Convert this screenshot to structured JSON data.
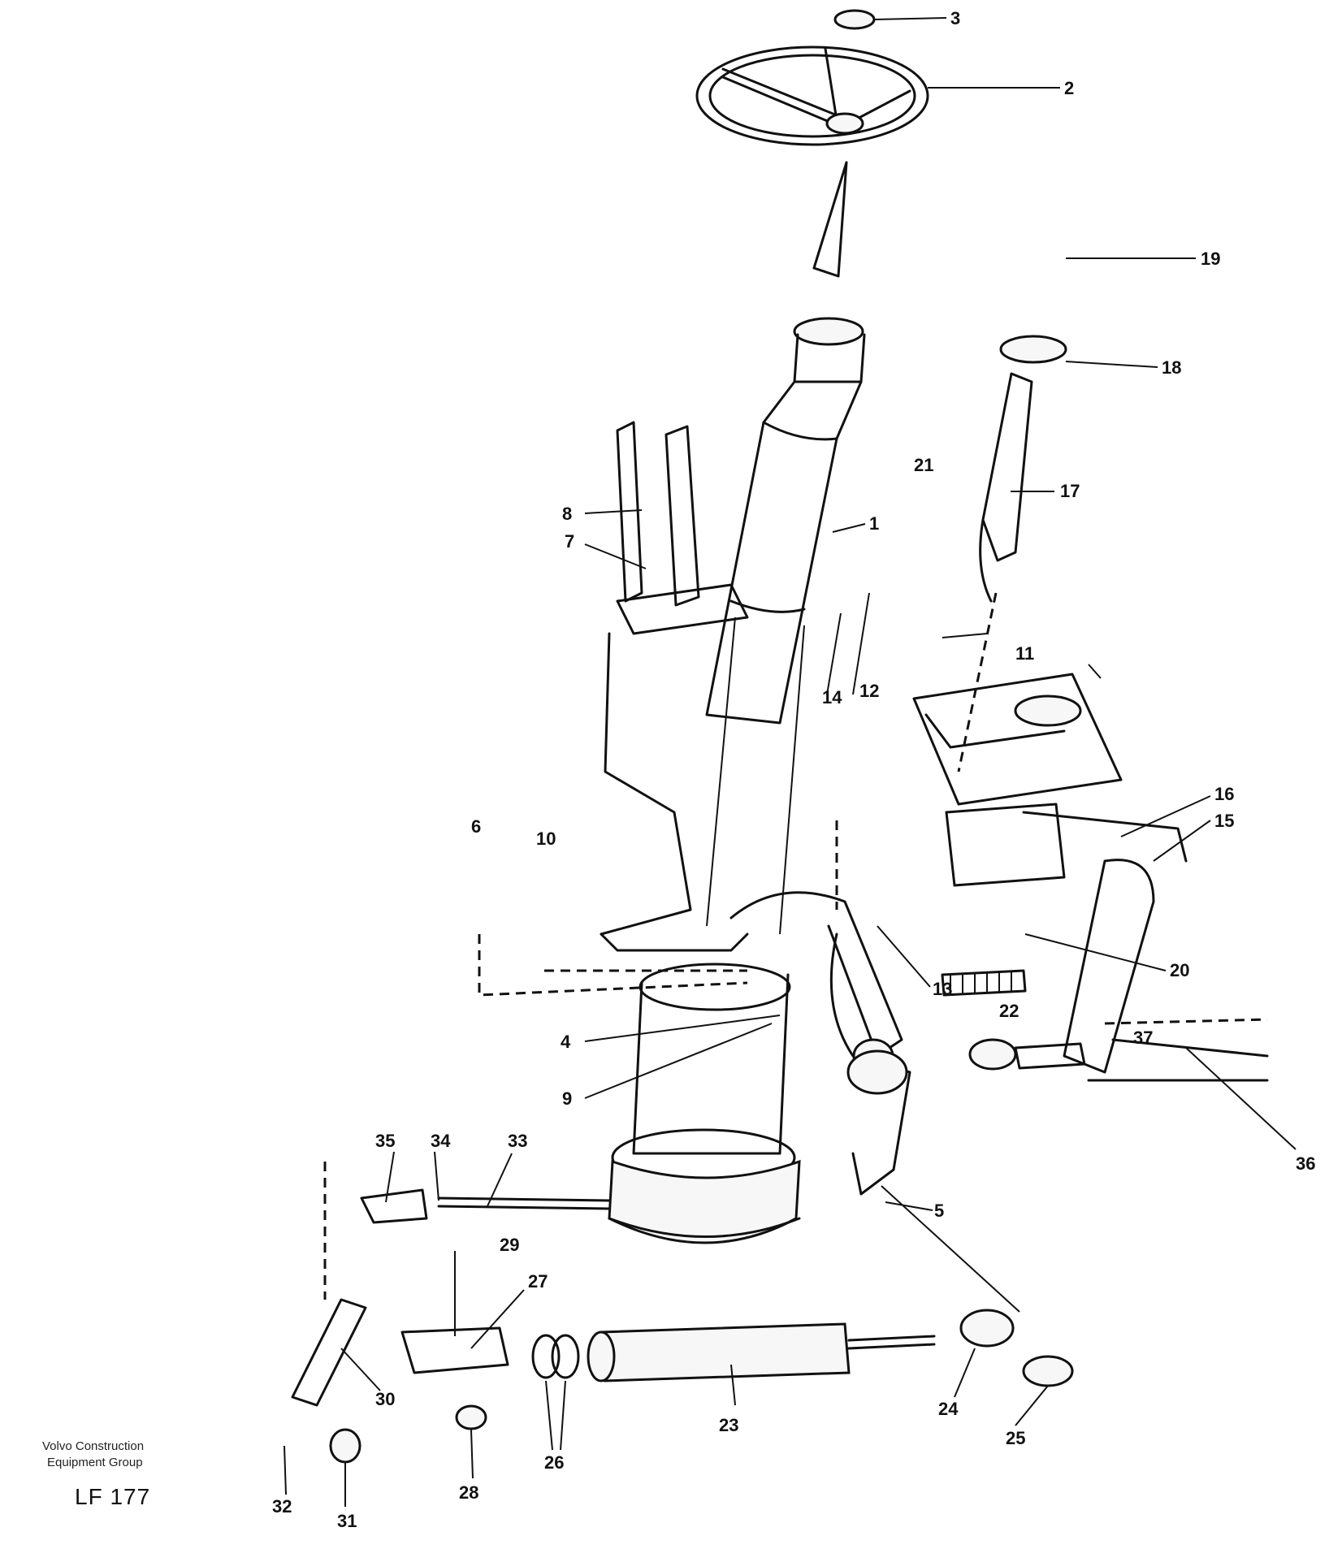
{
  "diagram": {
    "callouts": [
      "1",
      "2",
      "3",
      "4",
      "5",
      "6",
      "7",
      "8",
      "9",
      "10",
      "11",
      "12",
      "13",
      "14",
      "15",
      "16",
      "17",
      "18",
      "19",
      "20",
      "21",
      "22",
      "23",
      "24",
      "25",
      "26",
      "27",
      "28",
      "29",
      "30",
      "31",
      "32",
      "33",
      "34",
      "35",
      "36",
      "37"
    ],
    "caption": {
      "line1": "Volvo Construction",
      "line2": "Equipment Group",
      "code": "LF 177"
    }
  }
}
